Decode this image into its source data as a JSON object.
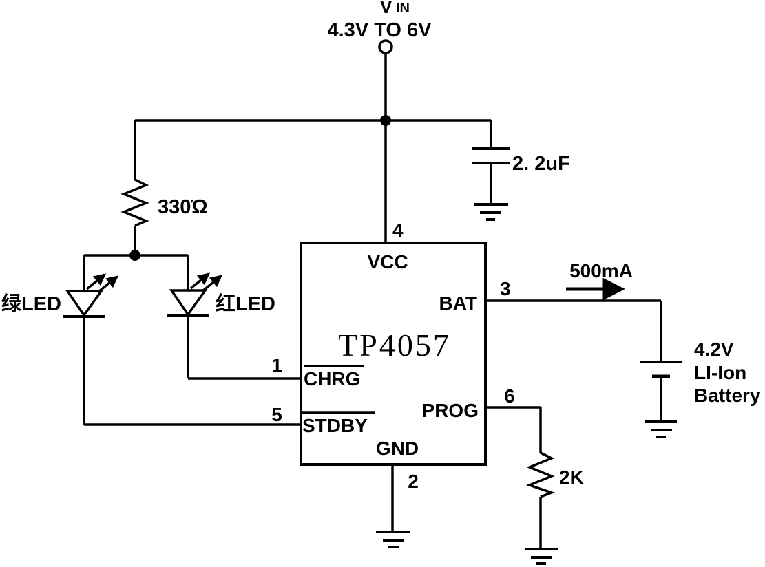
{
  "schematic": {
    "kind": "battery-charger-circuit",
    "supply": {
      "label_v": "V",
      "label_in": "IN",
      "range": "4.3V TO 6V"
    },
    "ic": {
      "name": "TP4057",
      "pins": {
        "vcc": {
          "num": "4",
          "label": "VCC"
        },
        "bat": {
          "num": "3",
          "label": "BAT"
        },
        "chrg": {
          "num": "1",
          "label": "CHRG"
        },
        "stdby": {
          "num": "5",
          "label": "STDBY"
        },
        "prog": {
          "num": "6",
          "label": "PROG"
        },
        "gnd": {
          "num": "2",
          "label": "GND"
        }
      }
    },
    "components": {
      "input_capacitor": {
        "value": "2. 2uF"
      },
      "led_resistor": {
        "value": "330Ώ"
      },
      "prog_resistor": {
        "value": "2K"
      },
      "green_led": {
        "label": "绿LED"
      },
      "red_led": {
        "label": "红LED"
      },
      "battery": {
        "line1": "4.2V",
        "line2": "LI-Ion",
        "line3": "Battery"
      },
      "charge_current": {
        "label": "500mA"
      }
    },
    "colors": {
      "ink": "#000000",
      "background": "#ffffff"
    }
  }
}
